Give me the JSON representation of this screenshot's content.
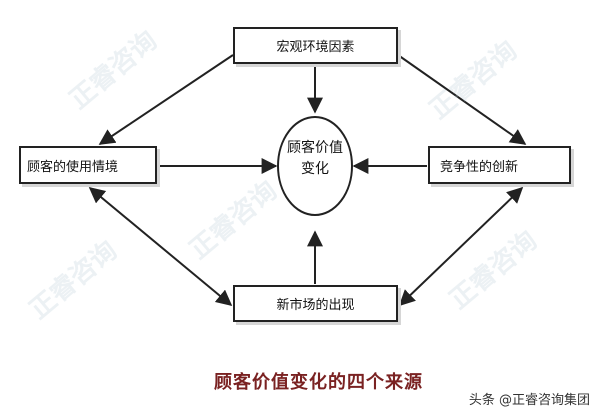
{
  "diagram": {
    "nodes": {
      "top": "宏观环境因素",
      "left": "顾客的使用情境",
      "right": "竞争性的创新",
      "bottom": "新市场的出现",
      "center_line1": "顾客价值",
      "center_line2": "变化"
    },
    "caption": "顾客价值变化的四个来源"
  },
  "watermark": {
    "credit": "头条 @正睿咨询集团",
    "pattern_text": "正睿咨询"
  },
  "colors": {
    "line": "#222222",
    "caption": "#7a2222"
  }
}
